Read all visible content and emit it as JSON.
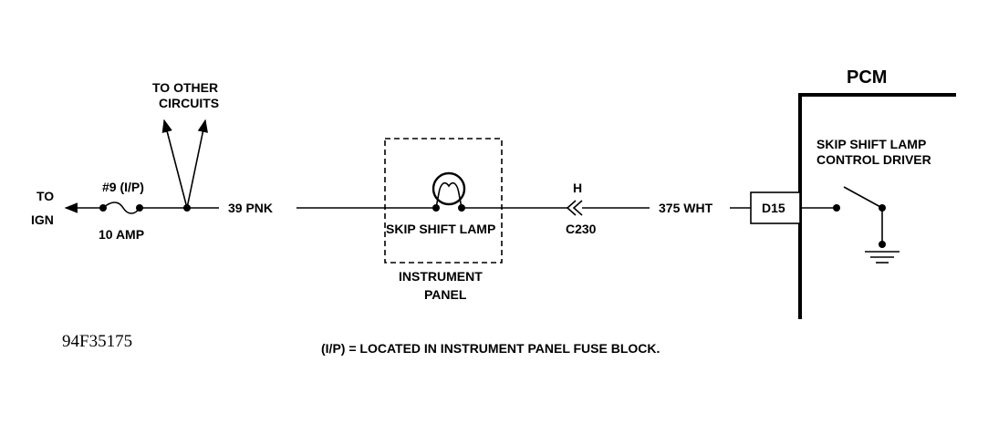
{
  "ignition": {
    "line1": "TO",
    "line2": "IGN"
  },
  "fuse": {
    "label": "#9 (I/P)",
    "rating": "10 AMP"
  },
  "other_circuits": {
    "line1": "TO OTHER",
    "line2": "CIRCUITS"
  },
  "wire_ign_side": {
    "label": "39 PNK"
  },
  "lamp": {
    "label": "SKIP SHIFT LAMP"
  },
  "instrument_panel": {
    "line1": "INSTRUMENT",
    "line2": "PANEL"
  },
  "connector": {
    "pin": "H",
    "id": "C230"
  },
  "wire_pcm_side": {
    "label": "375 WHT"
  },
  "pcm": {
    "title": "PCM",
    "terminal": "D15",
    "driver_line1": "SKIP SHIFT LAMP",
    "driver_line2": "CONTROL DRIVER"
  },
  "figure_id": "94F35175",
  "footnote": "(I/P) = LOCATED IN INSTRUMENT PANEL FUSE BLOCK."
}
